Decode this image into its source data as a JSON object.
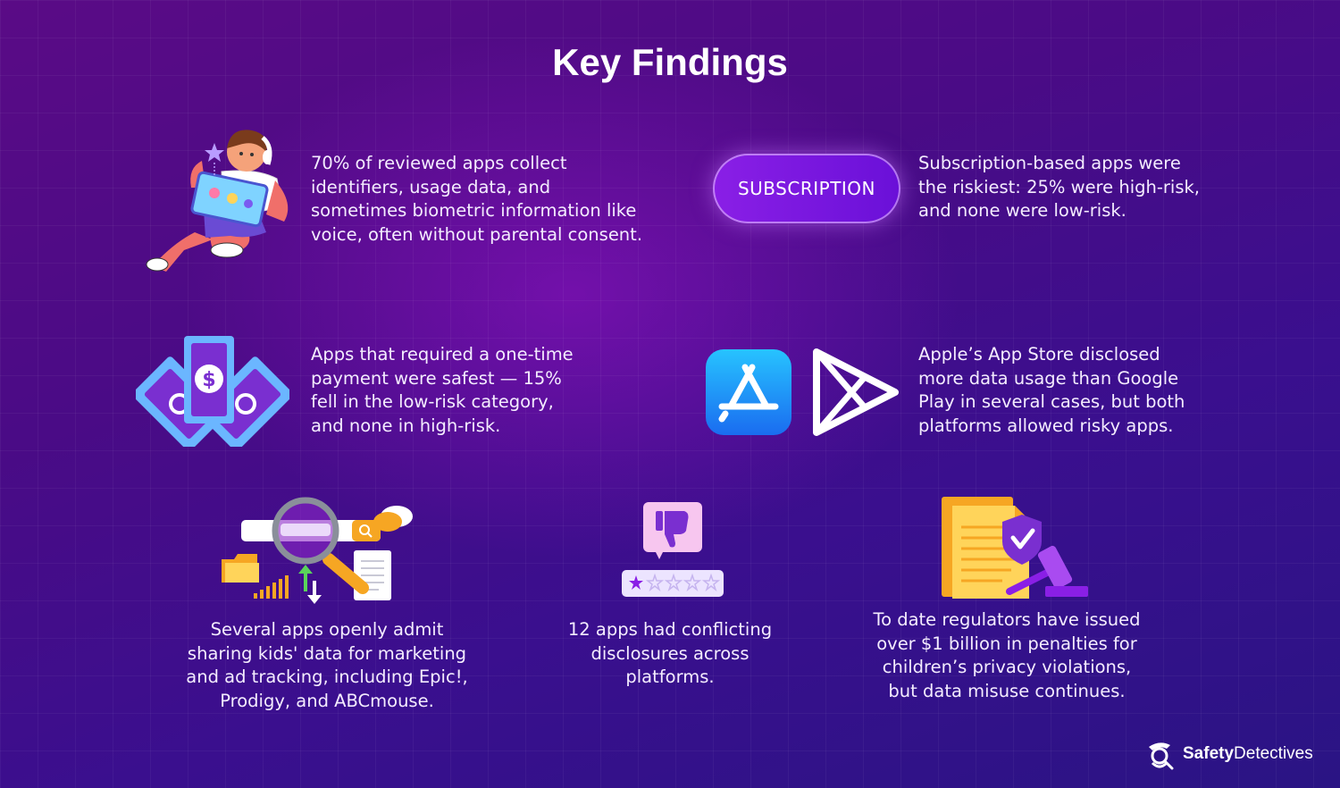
{
  "page": {
    "title": "Key Findings"
  },
  "findings": [
    {
      "icon": "child-tablet-icon",
      "text_lines": [
        "70% of reviewed apps collect",
        "identifiers, usage data, and",
        "sometimes biometric information like",
        "voice, often without parental consent."
      ]
    },
    {
      "icon": "subscription-pill",
      "pill_label": "SUBSCRIPTION",
      "text_lines": [
        "Subscription-based apps were",
        "the riskiest: 25% were high-risk,",
        "and none were low-risk."
      ]
    },
    {
      "icon": "money-icon",
      "text_lines": [
        "Apps that required a one-time",
        "payment were safest — 15%",
        "fell in the low-risk category,",
        "and none in high-risk."
      ]
    },
    {
      "icon": "app-store-icon",
      "icon2": "google-play-icon",
      "text_lines": [
        "Apple’s App Store disclosed",
        "more data usage than Google",
        "Play in several cases, but both",
        "platforms allowed risky apps."
      ]
    },
    {
      "icon": "data-tracking-icon",
      "text_lines": [
        "Several apps openly admit",
        "sharing kids' data for marketing",
        "and ad tracking, including Epic!,",
        "Prodigy, and ABCmouse."
      ]
    },
    {
      "icon": "thumbs-down-rating-icon",
      "text_lines": [
        "12 apps had conflicting",
        "disclosures across",
        "platforms."
      ]
    },
    {
      "icon": "legal-penalty-icon",
      "text_lines": [
        "To date regulators have issued",
        "over $1 billion in penalties for",
        "children’s privacy violations,",
        "but data misuse continues."
      ]
    }
  ],
  "brand": {
    "name_bold": "Safety",
    "name_regular": "Detectives",
    "icon": "detective-logo-icon"
  },
  "colors": {
    "background_top": "#5a0b86",
    "background_bottom": "#2a1484",
    "accent_purple": "#8a1fe6",
    "text": "#f4ecff"
  }
}
